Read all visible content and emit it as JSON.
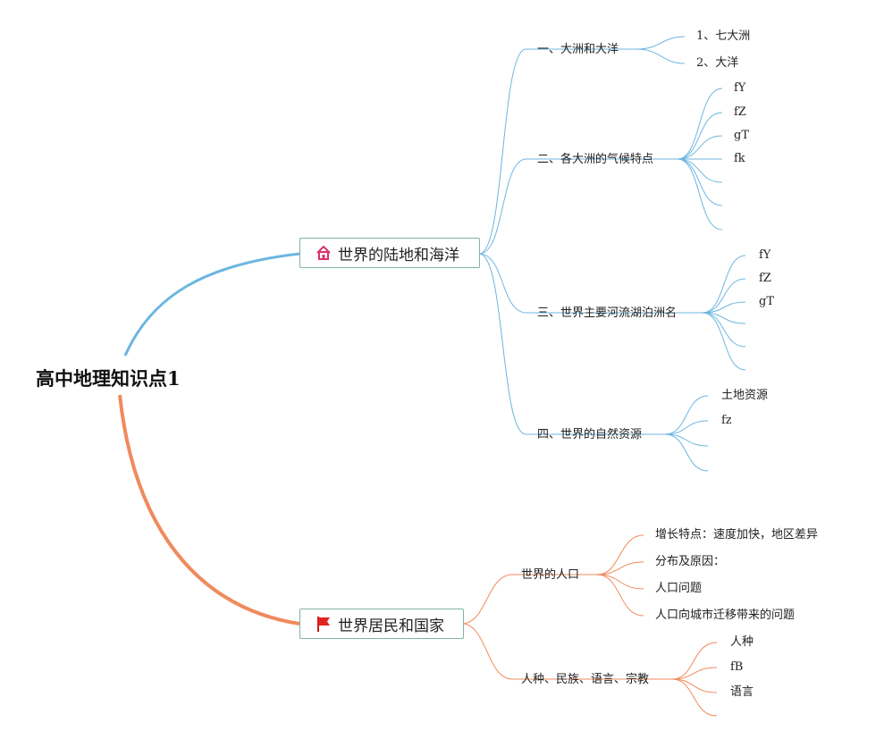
{
  "root": {
    "label": "高中地理知识点1"
  },
  "colors": {
    "blue_branch": "#6cb6e0",
    "orange_branch": "#f08a5d",
    "node_border": "#7fb3a6"
  },
  "branches": [
    {
      "label": "世界的陆地和海洋",
      "icon": "house-icon",
      "children": [
        {
          "label": "一、大洲和大洋",
          "children": [
            "1、七大洲",
            "2、大洋"
          ]
        },
        {
          "label": "二、各大洲的气候特点",
          "children": [
            "fY",
            "fZ",
            "gT",
            "fk",
            "",
            "",
            ""
          ]
        },
        {
          "label": "三、世界主要河流湖泊洲名",
          "children": [
            "fY",
            "fZ",
            "gT",
            "",
            "",
            ""
          ]
        },
        {
          "label": "四、世界的自然资源",
          "children": [
            "土地资源",
            "fz",
            "",
            ""
          ]
        }
      ]
    },
    {
      "label": "世界居民和国家",
      "icon": "red-flag-icon",
      "children": [
        {
          "label": "世界的人口",
          "children": [
            "增长特点：速度加快，地区差异",
            "分布及原因：",
            "人口问题",
            "人口向城市迁移带来的问题"
          ]
        },
        {
          "label": "人种、民族、语言、宗教",
          "children": [
            "人种",
            "fB",
            "语言",
            ""
          ]
        }
      ]
    }
  ]
}
